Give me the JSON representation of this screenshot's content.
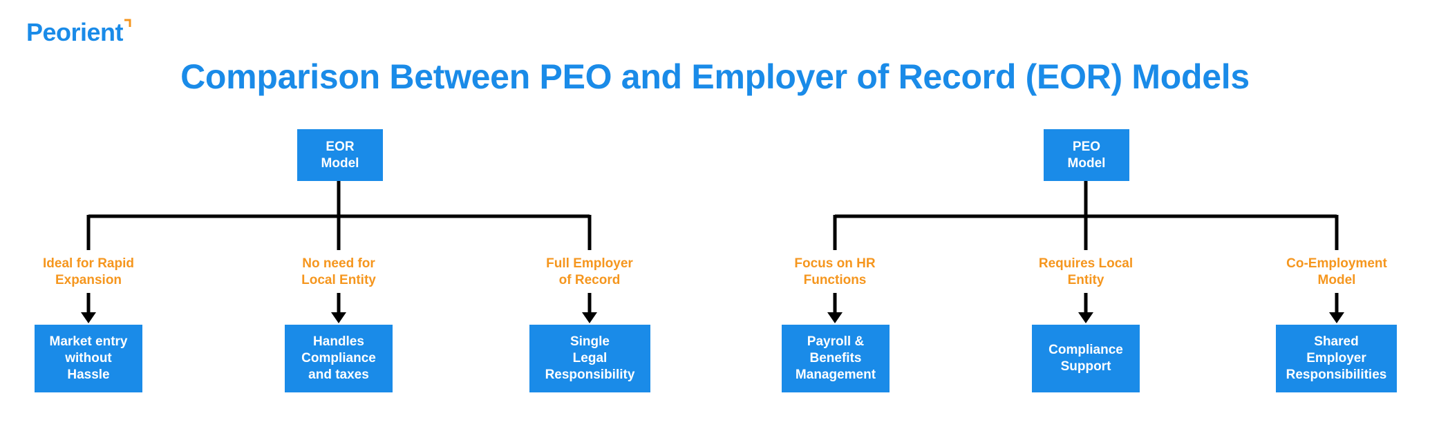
{
  "brand": {
    "logo_text": "Peorient",
    "accent_color": "#f5961e",
    "primary_color": "#1a8be8"
  },
  "title": "Comparison Between PEO and Employer of Record (EOR) Models",
  "eor": {
    "root": "EOR\nModel",
    "branches": [
      {
        "label": "Ideal for Rapid\nExpansion",
        "box": "Market entry\nwithout\nHassle"
      },
      {
        "label": "No need for\nLocal Entity",
        "box": "Handles\nCompliance\nand taxes"
      },
      {
        "label": "Full Employer\nof Record",
        "box": "Single\nLegal\nResponsibility"
      }
    ]
  },
  "peo": {
    "root": "PEO\nModel",
    "branches": [
      {
        "label": "Focus on HR\nFunctions",
        "box": "Payroll &\nBenefits\nManagement"
      },
      {
        "label": "Requires Local\nEntity",
        "box": "Compliance\nSupport"
      },
      {
        "label": "Co-Employment\nModel",
        "box": "Shared\nEmployer\nResponsibilities"
      }
    ]
  }
}
